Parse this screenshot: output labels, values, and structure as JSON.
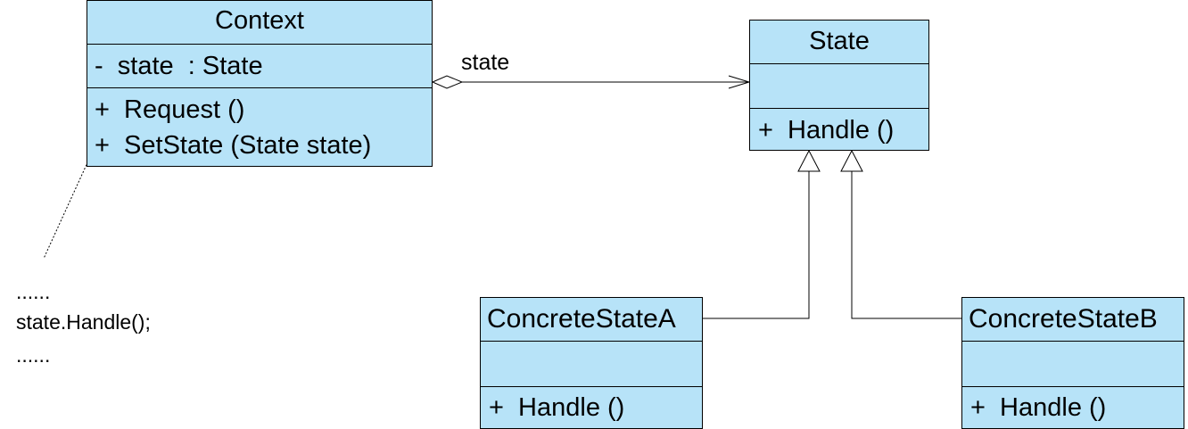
{
  "diagram": {
    "classes": {
      "context": {
        "name": "Context",
        "attributes": [
          "-  state  : State"
        ],
        "operations": [
          "+  Request ()",
          "+  SetState (State state)"
        ]
      },
      "state": {
        "name": "State",
        "attributes": [],
        "operations": [
          "+  Handle ()"
        ]
      },
      "concrete_a": {
        "name": "ConcreteStateA",
        "attributes": [],
        "operations": [
          "+  Handle ()"
        ]
      },
      "concrete_b": {
        "name": "ConcreteStateB",
        "attributes": [],
        "operations": [
          "+  Handle ()"
        ]
      }
    },
    "association_label": "state",
    "note_lines": [
      "......",
      "state.Handle();",
      "......"
    ],
    "colors": {
      "class_fill": "#b7e3f8",
      "line": "#000000",
      "note_fill": "#ffffff"
    }
  }
}
